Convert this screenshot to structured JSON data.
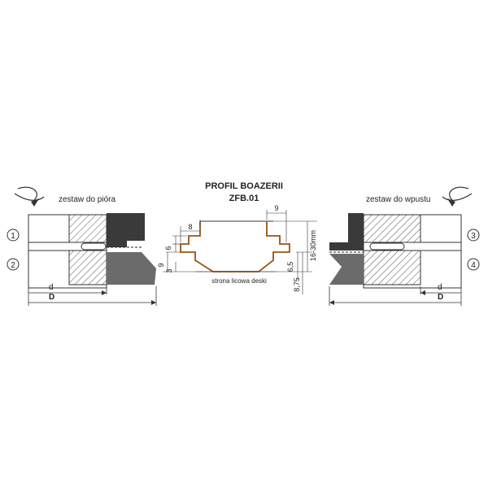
{
  "title": "PROFIL BOAZERII",
  "code": "ZFB.01",
  "left_set": {
    "label": "zestaw do pióra",
    "markers": [
      "1",
      "2"
    ],
    "dim_small": "d",
    "dim_large": "D"
  },
  "right_set": {
    "label": "zestaw do wpustu",
    "markers": [
      "3",
      "4"
    ],
    "dim_small": "d",
    "dim_large": "D"
  },
  "profile": {
    "dims": {
      "top_right": "9",
      "top_left": "8",
      "left_6": "6",
      "left_9": "9",
      "left_3": "3",
      "right_65": "6,5",
      "right_range": "16-30mm",
      "bottom_875": "8,75"
    },
    "face_label": "strona licowa deski"
  },
  "colors": {
    "tool_dark": "#3a3a3a",
    "tool_mid": "#6b6b6b",
    "profile_outline": "#d07a2a",
    "line": "#333333"
  }
}
